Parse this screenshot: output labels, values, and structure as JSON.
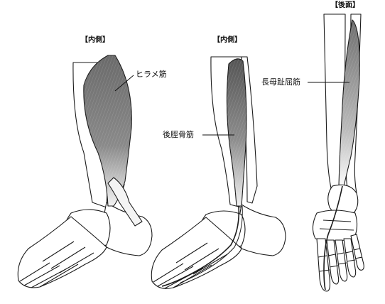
{
  "panels": [
    {
      "view": "【内側】",
      "muscle": "ヒラメ筋"
    },
    {
      "view": "【内側】",
      "muscle": "後脛骨筋"
    },
    {
      "view": "【後面】",
      "muscle": "長母趾屈筋"
    }
  ],
  "colors": {
    "bone_fill": "#ffffff",
    "outline": "#1a1a1a",
    "muscle_dark": "#6e6e6e",
    "muscle_light": "#efefef"
  }
}
